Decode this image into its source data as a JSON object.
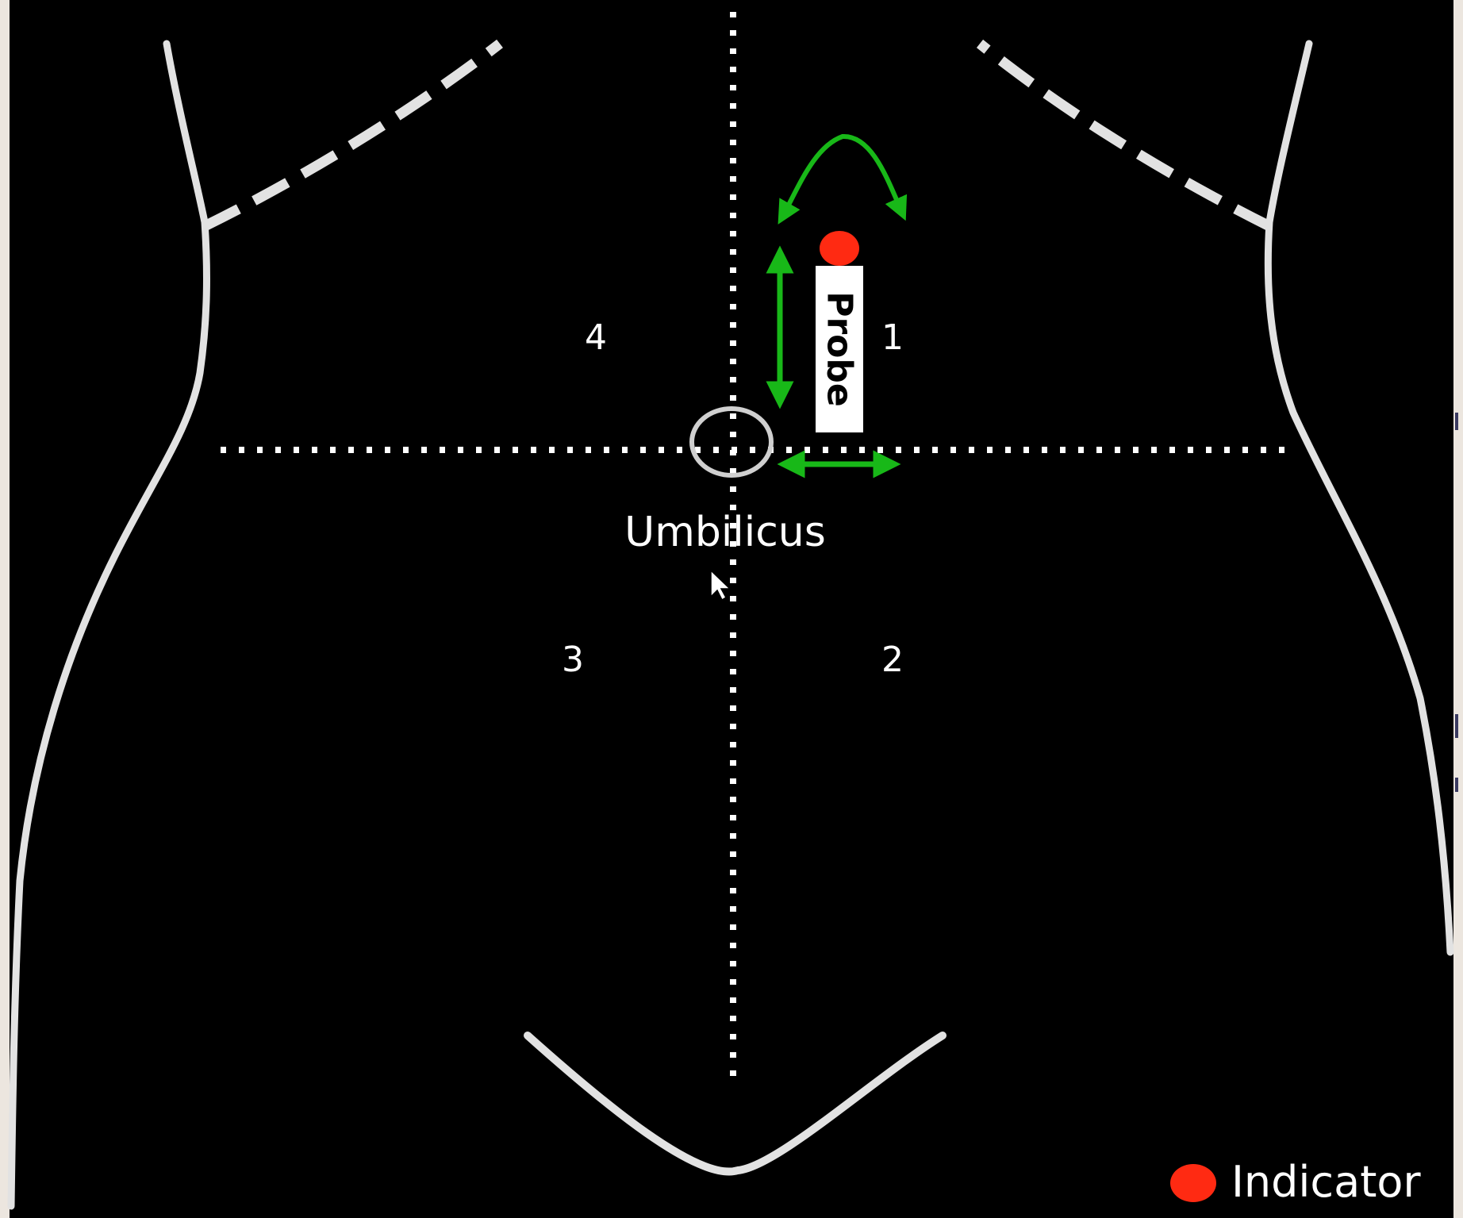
{
  "diagram": {
    "quadrants": {
      "q1": "1",
      "q2": "2",
      "q3": "3",
      "q4": "4"
    },
    "umbilicus_label": "Umbilicus",
    "probe_label": "Probe",
    "legend": {
      "indicator_label": "Indicator"
    }
  },
  "colors": {
    "background": "#000000",
    "frame": "#ece6df",
    "outline": "#e2e2e2",
    "arrow": "#18b818",
    "indicator": "#ff2a12",
    "probe": "#ffffff"
  }
}
